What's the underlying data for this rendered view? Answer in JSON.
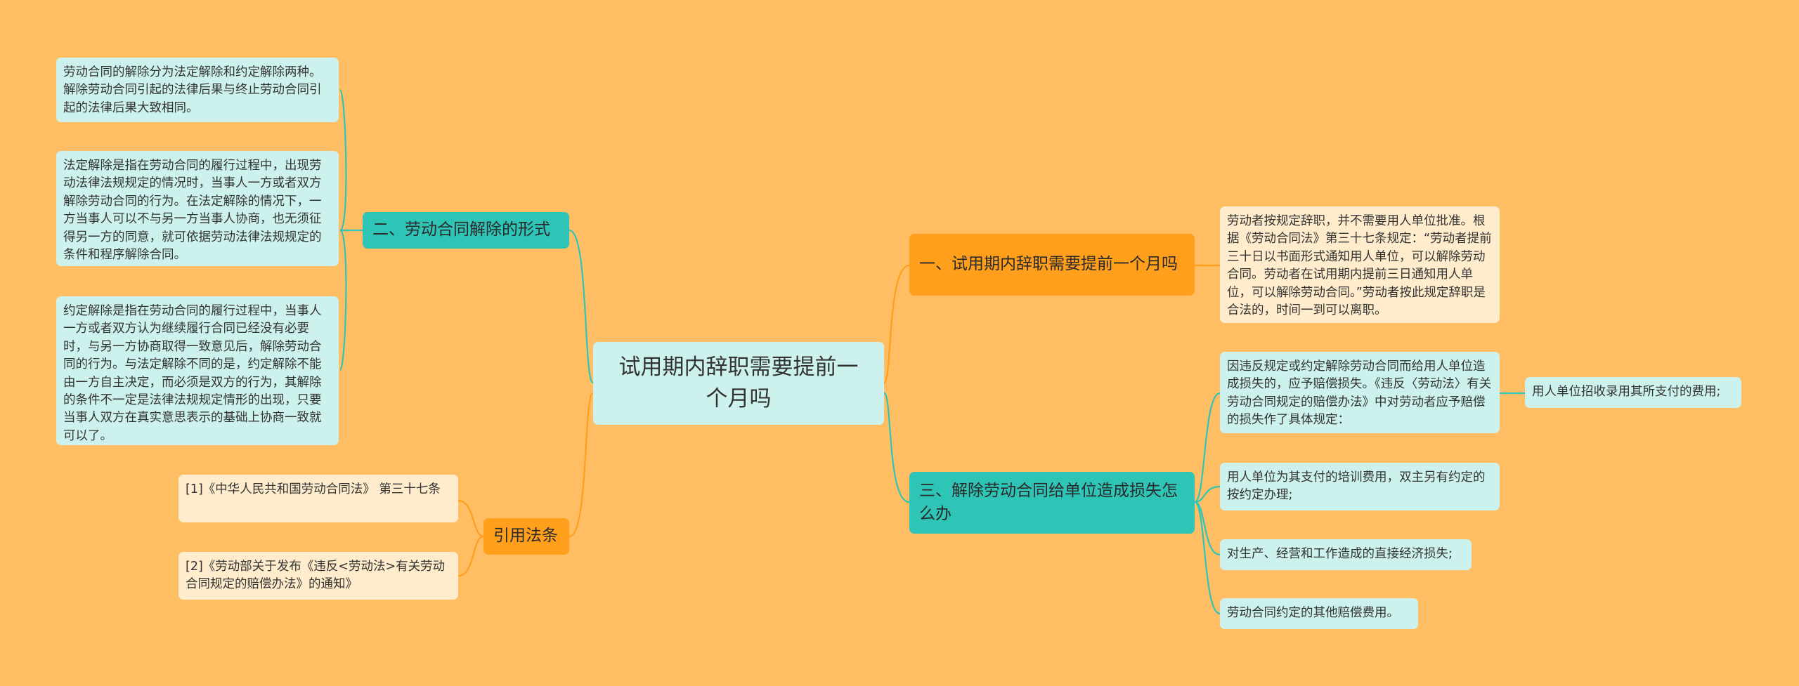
{
  "root": {
    "label": "试用期内辞职需要提前一个月吗"
  },
  "branches": {
    "section_one": {
      "label": "一、试用期内辞职需要提前一个月吗",
      "leaf": "劳动者按规定辞职，并不需要用人单位批准。根据《劳动合同法》第三十七条规定：“劳动者提前三十日以书面形式通知用人单位，可以解除劳动合同。劳动者在试用期内提前三日通知用人单位，可以解除劳动合同。”劳动者按此规定辞职是合法的，时间一到可以离职。"
    },
    "section_two": {
      "label": "二、劳动合同解除的形式",
      "leaves": [
        "劳动合同的解除分为法定解除和约定解除两种。解除劳动合同引起的法律后果与终止劳动合同引起的法律后果大致相同。",
        "法定解除是指在劳动合同的履行过程中，出现劳动法律法规规定的情况时，当事人一方或者双方解除劳动合同的行为。在法定解除的情况下，一方当事人可以不与另一方当事人协商，也无须征得另一方的同意，就可依据劳动法律法规规定的条件和程序解除合同。",
        "约定解除是指在劳动合同的履行过程中，当事人一方或者双方认为继续履行合同已经没有必要时，与另一方协商取得一致意见后，解除劳动合同的行为。与法定解除不同的是，约定解除不能由一方自主决定，而必须是双方的行为，其解除的条件不一定是法律法规规定情形的出现，只要当事人双方在真实意思表示的基础上协商一致就可以了。"
      ]
    },
    "section_three": {
      "label": "三、解除劳动合同给单位造成损失怎么办",
      "leaves": [
        "因违反规定或约定解除劳动合同而给用人单位造成损失的，应予赔偿损失。《违反〈劳动法〉有关劳动合同规定的赔偿办法》中对劳动者应予赔偿的损失作了具体规定：",
        "用人单位为其支付的培训费用，双主另有约定的按约定办理;",
        "对生产、经营和工作造成的直接经济损失;",
        "劳动合同约定的其他赔偿费用。"
      ],
      "sub_leaf": "用人单位招收录用其所支付的费用;"
    },
    "citations": {
      "label": "引用法条",
      "leaves": [
        "[1]《中华人民共和国劳动合同法》 第三十七条",
        "[2]《劳动部关于发布《违反<劳动法>有关劳动合同规定的赔偿办法》的通知》"
      ]
    }
  },
  "colors": {
    "background": "#FFBE64",
    "root_fill": "#CDF2EE",
    "orange_branch": "#FF9F1C",
    "teal_branch": "#2EC4B6",
    "cyan_leaf": "#CDF2EE",
    "cream_leaf": "#FFECCC"
  }
}
